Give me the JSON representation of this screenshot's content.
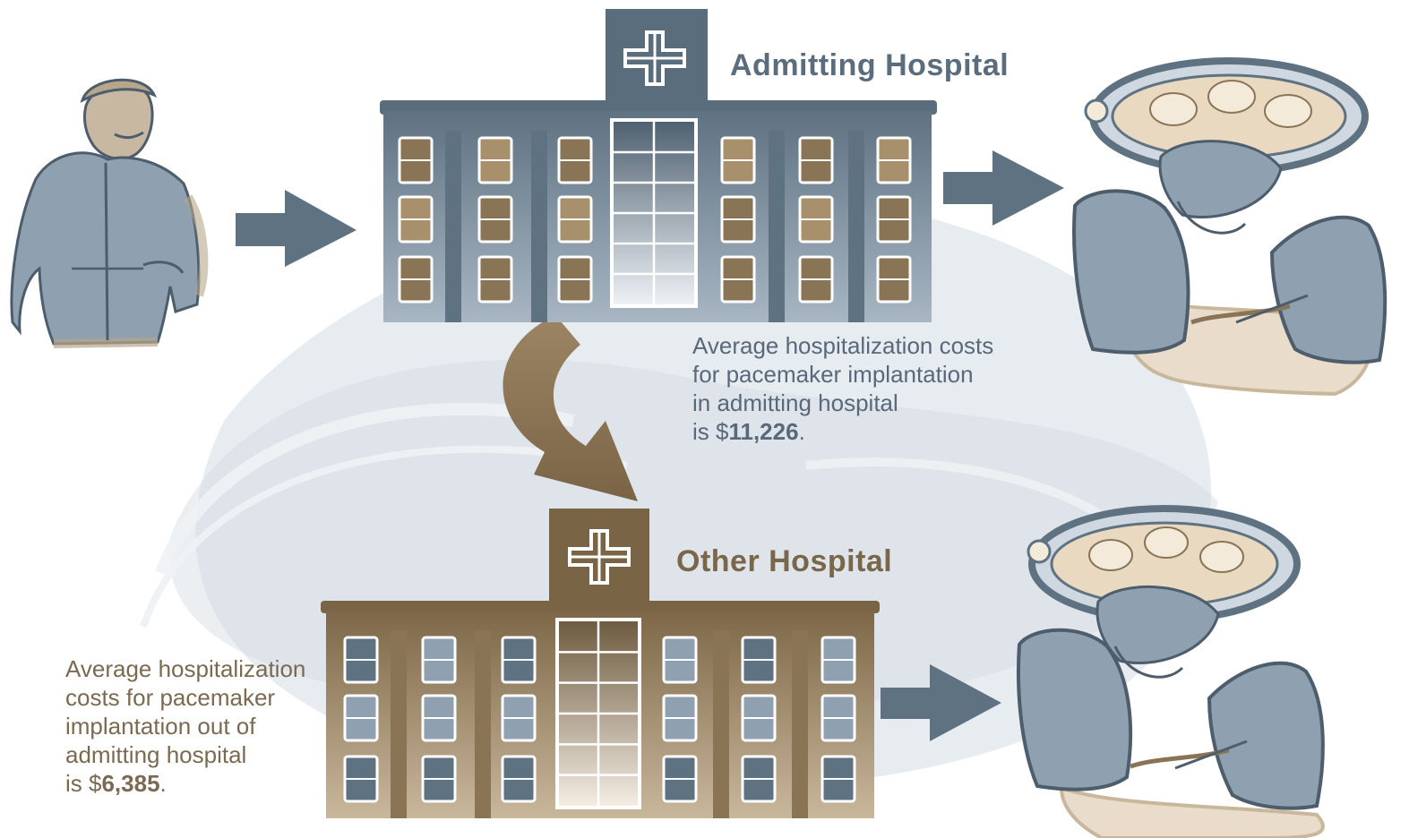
{
  "admitting_hospital": {
    "title": "Admitting Hospital",
    "caption_lines": [
      "Average hospitalization costs",
      "for pacemaker implantation",
      "in admitting hospital"
    ],
    "cost_prefix": "is $",
    "cost_value": "11,226",
    "cost_suffix": "."
  },
  "other_hospital": {
    "title": "Other Hospital",
    "caption_lines": [
      "Average hospitalization",
      "costs for pacemaker",
      "implantation out of",
      "admitting hospital"
    ],
    "cost_prefix": "is $",
    "cost_value": "6,385",
    "cost_suffix": "."
  },
  "colors": {
    "slate": "#5f7282",
    "slate_light": "#a9b6c2",
    "tan": "#8a7456",
    "tan_light": "#c7b498",
    "background_wash": "#dfe5eb"
  }
}
